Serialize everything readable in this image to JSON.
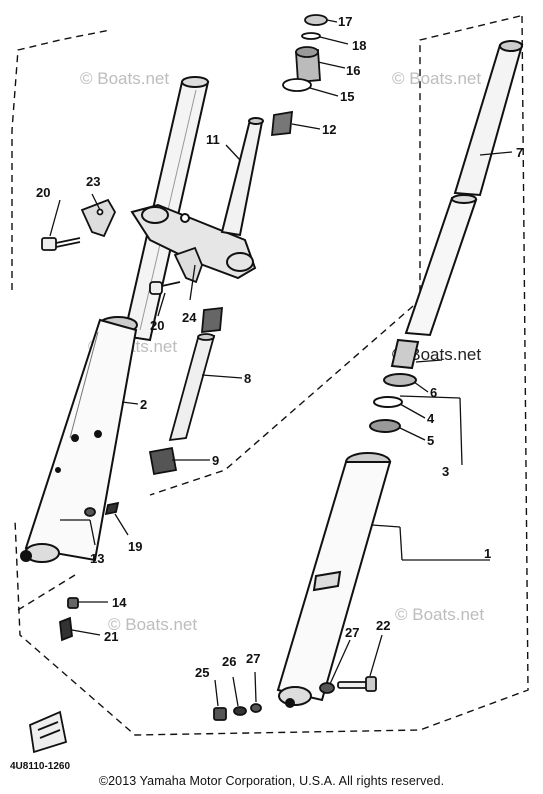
{
  "watermark": "Boats.net",
  "watermark_copyright_symbol": "©",
  "part_code": "4U8110-1260",
  "copyright": "©2013 Yamaha Motor Corporation, U.S.A. All rights reserved.",
  "callouts": {
    "c1": "1",
    "c2": "2",
    "c3": "3",
    "c4": "4",
    "c5": "5",
    "c6": "6",
    "c7": "7",
    "c8": "8",
    "c9": "9",
    "c11": "11",
    "c12": "12",
    "c13": "13",
    "c14": "14",
    "c15": "15",
    "c16": "16",
    "c17": "17",
    "c18": "18",
    "c19": "19",
    "c20a": "20",
    "c20b": "20",
    "c21": "21",
    "c22": "22",
    "c23": "23",
    "c24": "24",
    "c25": "25",
    "c26": "26",
    "c27a": "27",
    "c27b": "27"
  }
}
